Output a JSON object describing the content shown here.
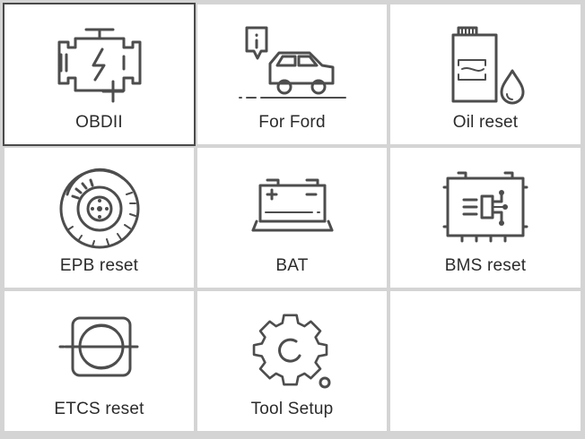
{
  "menu": {
    "items": [
      {
        "label": "OBDII",
        "icon": "engine-icon",
        "selected": true
      },
      {
        "label": "For Ford",
        "icon": "car-info-icon",
        "selected": false
      },
      {
        "label": "Oil reset",
        "icon": "oil-can-icon",
        "selected": false
      },
      {
        "label": "EPB reset",
        "icon": "brake-disc-icon",
        "selected": false
      },
      {
        "label": "BAT",
        "icon": "battery-icon",
        "selected": false
      },
      {
        "label": "BMS reset",
        "icon": "bms-chip-icon",
        "selected": false
      },
      {
        "label": "ETCS reset",
        "icon": "throttle-body-icon",
        "selected": false
      },
      {
        "label": "Tool Setup",
        "icon": "gear-icon",
        "selected": false
      }
    ]
  },
  "colors": {
    "background": "#d4d4d4",
    "tile": "#ffffff",
    "icon": "#4d4d4d",
    "text": "#2b2b2b",
    "selected_border": "#4a4a4a"
  }
}
